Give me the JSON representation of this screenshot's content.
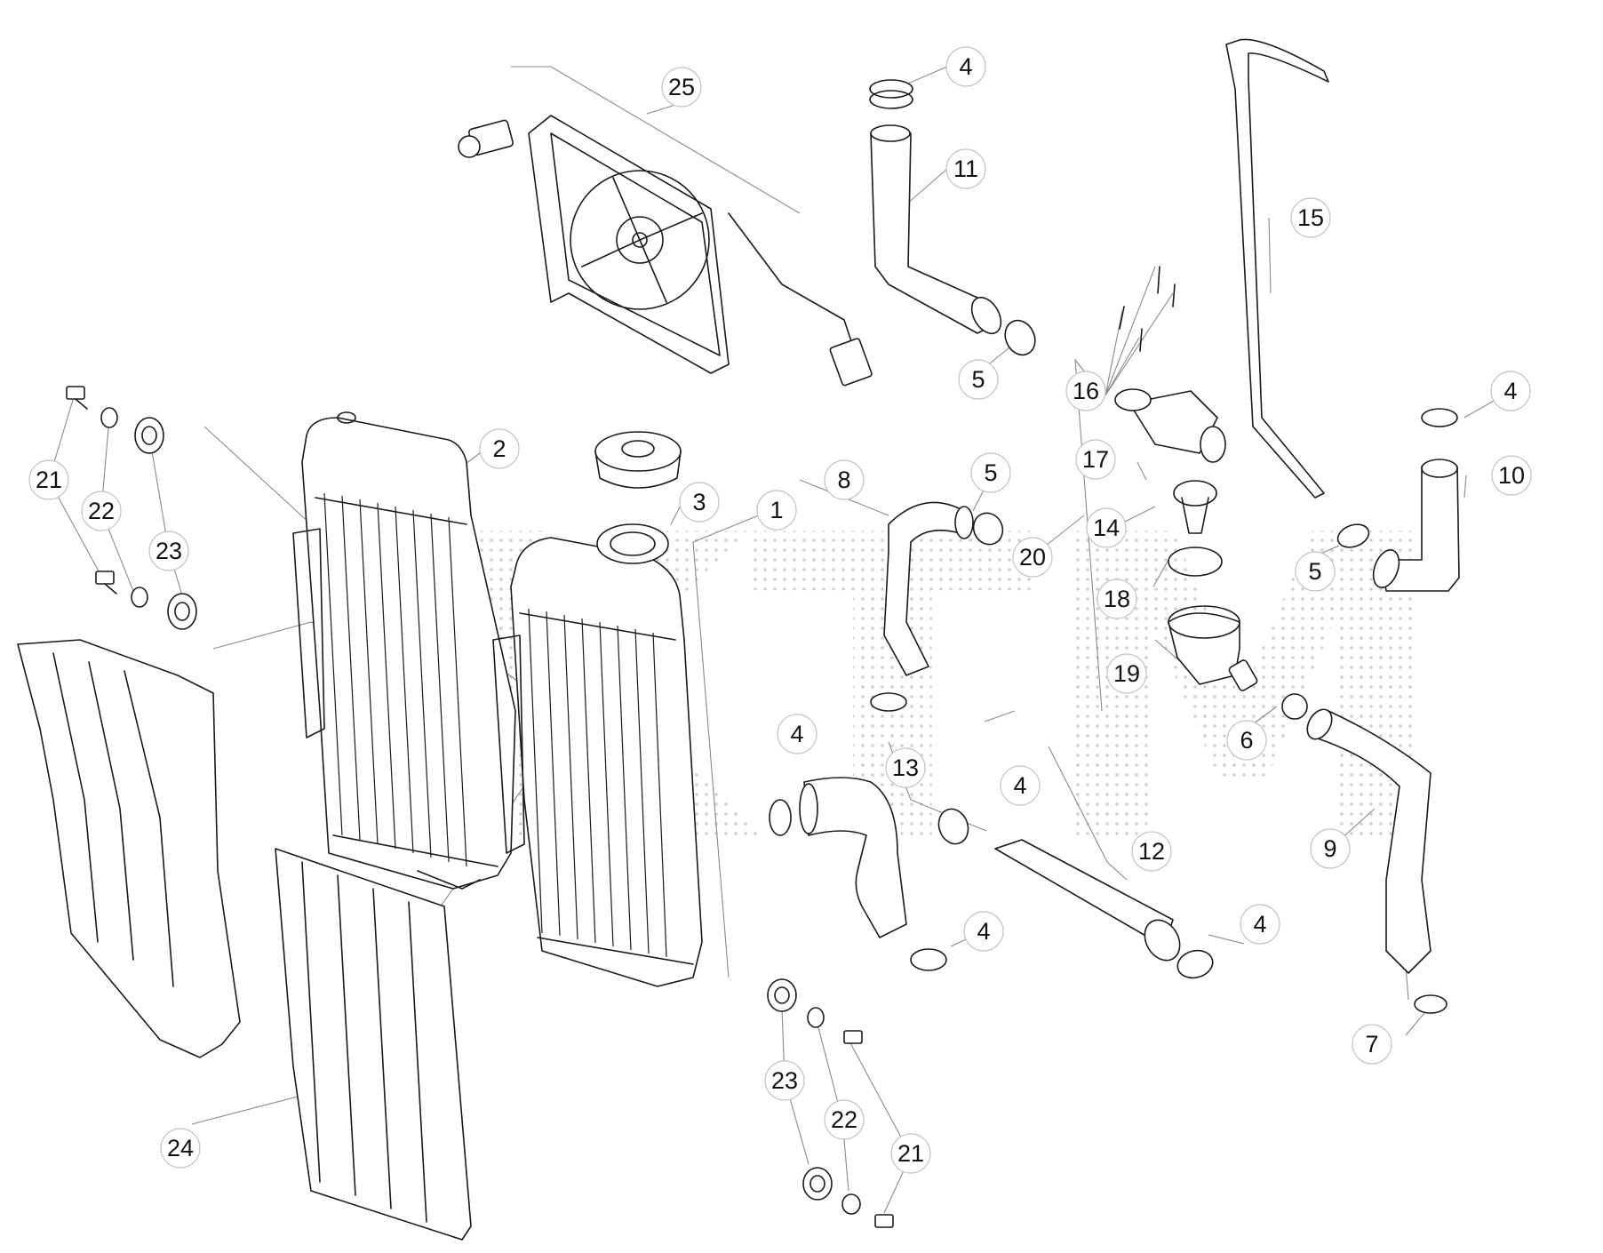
{
  "diagram": {
    "watermark_logo_text": "KTM",
    "colors": {
      "line": "#1a1a1a",
      "leader": "#8a8a8a",
      "callout_border": "#c4c4c4",
      "watermark": "#cfcfcf"
    },
    "callouts": [
      {
        "id": "c25",
        "label": "25"
      },
      {
        "id": "c4a",
        "label": "4"
      },
      {
        "id": "c11",
        "label": "11"
      },
      {
        "id": "c15",
        "label": "15"
      },
      {
        "id": "c5a",
        "label": "5"
      },
      {
        "id": "c16",
        "label": "16"
      },
      {
        "id": "c4b",
        "label": "4"
      },
      {
        "id": "c21a",
        "label": "21"
      },
      {
        "id": "c22a",
        "label": "22"
      },
      {
        "id": "c23a",
        "label": "23"
      },
      {
        "id": "c2",
        "label": "2"
      },
      {
        "id": "c3",
        "label": "3"
      },
      {
        "id": "c1",
        "label": "1"
      },
      {
        "id": "c8",
        "label": "8"
      },
      {
        "id": "c5b",
        "label": "5"
      },
      {
        "id": "c17",
        "label": "17"
      },
      {
        "id": "c14",
        "label": "14"
      },
      {
        "id": "c20",
        "label": "20"
      },
      {
        "id": "c10",
        "label": "10"
      },
      {
        "id": "c5c",
        "label": "5"
      },
      {
        "id": "c18",
        "label": "18"
      },
      {
        "id": "c19",
        "label": "19"
      },
      {
        "id": "c6",
        "label": "6"
      },
      {
        "id": "c4c",
        "label": "4"
      },
      {
        "id": "c13",
        "label": "13"
      },
      {
        "id": "c4d",
        "label": "4"
      },
      {
        "id": "c12",
        "label": "12"
      },
      {
        "id": "c9",
        "label": "9"
      },
      {
        "id": "c4e",
        "label": "4"
      },
      {
        "id": "c4f",
        "label": "4"
      },
      {
        "id": "c7",
        "label": "7"
      },
      {
        "id": "c24",
        "label": "24"
      },
      {
        "id": "c23b",
        "label": "23"
      },
      {
        "id": "c22b",
        "label": "22"
      },
      {
        "id": "c21b",
        "label": "21"
      }
    ]
  }
}
